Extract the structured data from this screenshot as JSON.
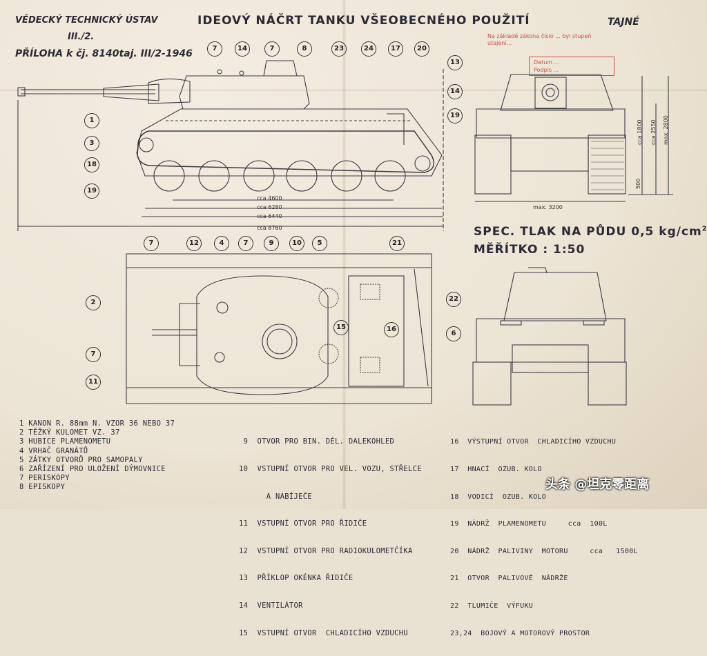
{
  "header": {
    "institute": "VĚDECKÝ TECHNICKÝ ÚSTAV",
    "dept": "III./2.",
    "attachment": "PŘÍLOHA  k čj. 8140taj. III/2-1946",
    "title": "IDEOVÝ NÁČRT TANKU VŠEOBECNÉHO POUŽITÍ",
    "classification": "TAJNÉ"
  },
  "stamp": {
    "line1": "Na základě zákona číslo ... byl stupeň utajení...",
    "line2": "Datum ...",
    "line3": "Podpis ..."
  },
  "side_view": {
    "callouts_top": [
      "7",
      "14",
      "7",
      "8",
      "23",
      "24",
      "17",
      "20"
    ],
    "callouts_left": [
      "1",
      "3",
      "18",
      "19"
    ],
    "callouts_right": [
      "13",
      "14",
      "19"
    ],
    "dims": [
      "cca 4600",
      "cca 6280",
      "cca 6440",
      "cca 8760"
    ]
  },
  "front_view": {
    "dims": {
      "width": "max. 3200",
      "h1": "cca 1800",
      "h2": "cca 2550",
      "h3": "max. 2800",
      "h4": "500"
    }
  },
  "spec": {
    "pressure": "SPEC. TLAK NA PŮDU  0,5 kg/cm",
    "pressure_sup": "2",
    "scale": "MĚŘÍTKO : 1:50"
  },
  "top_view": {
    "callouts_top": [
      "7",
      "12",
      "4",
      "7",
      "9",
      "10",
      "5",
      "21"
    ],
    "callouts_left": [
      "2",
      "7",
      "11"
    ],
    "callouts_inner": [
      "15",
      "16"
    ],
    "callouts_right": [
      "22",
      "6"
    ]
  },
  "legend": {
    "col1": [
      "1  KANON R. 88mm N. VZOR  36 NEBO 37",
      "2  TĚŽKÝ KULOMET VZ. 37",
      "3  HUBICE PLAMENOMETU",
      "4  VRHAČ GRANÁTŮ",
      "5  ZÁTKY OTVORŮ PRO SAMOPALY",
      "6  ZAŘÍZENÍ PRO ULOŽENÍ DÝMOVNICE",
      "7  PERISKOPY",
      "8  EPISKOPY"
    ],
    "col2": [
      " 9  OTVOR PRO BIN. DÉL. DALEKOHLED",
      "10  VSTUPNÍ OTVOR PRO VEL. VOZU, STŘELCE",
      "      A NABÍJEČE",
      "11  VSTUPNÍ OTVOR PRO ŘIDIČE",
      "12  VSTUPNÍ OTVOR PRO RADIOKULOMETČÍKA",
      "13  PŘÍKLOP OKÉNKA ŘIDIČE",
      "14  VENTILÁTOR",
      "15  VSTUPNÍ OTVOR  CHLADICÍHO VZDUCHU"
    ],
    "col3": [
      "16  VÝSTUPNÍ OTVOR  CHLADICÍHO VZDUCHU",
      "17  HNACÍ  OZUB. KOLO",
      "18  VODICÍ  OZUB. KOLO",
      "19  NÁDRŽ  PLAMENOMETU     cca  100L",
      "20  NÁDRŽ  PALIVINY  MOTORU     cca   1500L",
      "21  OTVOR  PALIVOVÉ  NÁDRŽE",
      "22  TLUMIČE  VÝFUKU",
      "23,24  BOJOVÝ A MOTOROVÝ PROSTOR"
    ]
  },
  "watermark": "头条 @坦克零距离"
}
